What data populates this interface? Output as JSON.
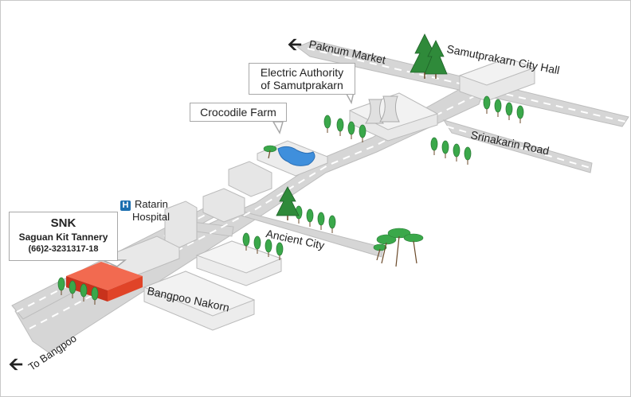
{
  "map": {
    "places": {
      "paknum_market": "Paknum Market",
      "city_hall": "Samutprakarn City Hall",
      "electric_authority_line1": "Electric Authority",
      "electric_authority_line2": "of Samutprakarn",
      "crocodile_farm": "Crocodile Farm",
      "srinakarin_road": "Srinakarin Road",
      "hospital_line1": "Ratarin",
      "hospital_line2": "Hospital",
      "ancient_city": "Ancient City",
      "bangpoo_nakorn": "Bangpoo Nakorn",
      "to_bangpoo": "To Bangpoo"
    },
    "hospital_icon_letter": "H",
    "company": {
      "name": "SNK",
      "full_name": "Saguan Kit Tannery",
      "phone": "(66)2-3231317-18"
    },
    "colors": {
      "highlight_building": "#e8452c",
      "hospital_icon": "#1c6fb0",
      "tree": "#3aa84a",
      "pond": "#3f8fdc",
      "road": "#d9d9d9",
      "building": "#e4e4e4"
    }
  }
}
